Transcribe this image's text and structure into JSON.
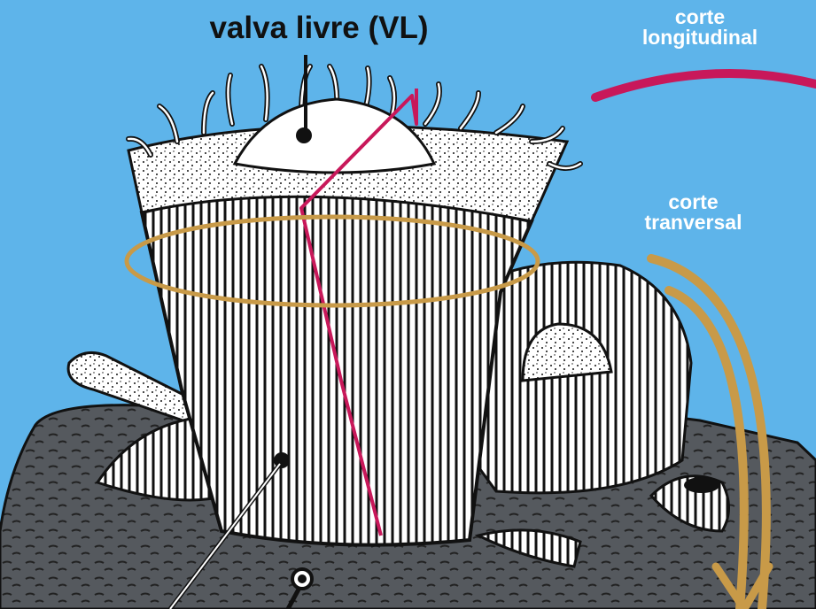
{
  "labels": {
    "valva_livre": "valva livre (VL)",
    "corte_longitudinal_line1": "corte",
    "corte_longitudinal_line2": "longitudinal",
    "corte_transversal_line1": "corte",
    "corte_transversal_line2": "tranversal"
  },
  "colors": {
    "background": "#5eb4ea",
    "longitudinal_cut": "#c8185a",
    "transversal_cut": "#c89a48",
    "substrate": "#55595e",
    "shell_fill": "#ffffff",
    "ink": "#111111",
    "label_text_dark": "#111111",
    "label_text_light": "#ffffff"
  }
}
